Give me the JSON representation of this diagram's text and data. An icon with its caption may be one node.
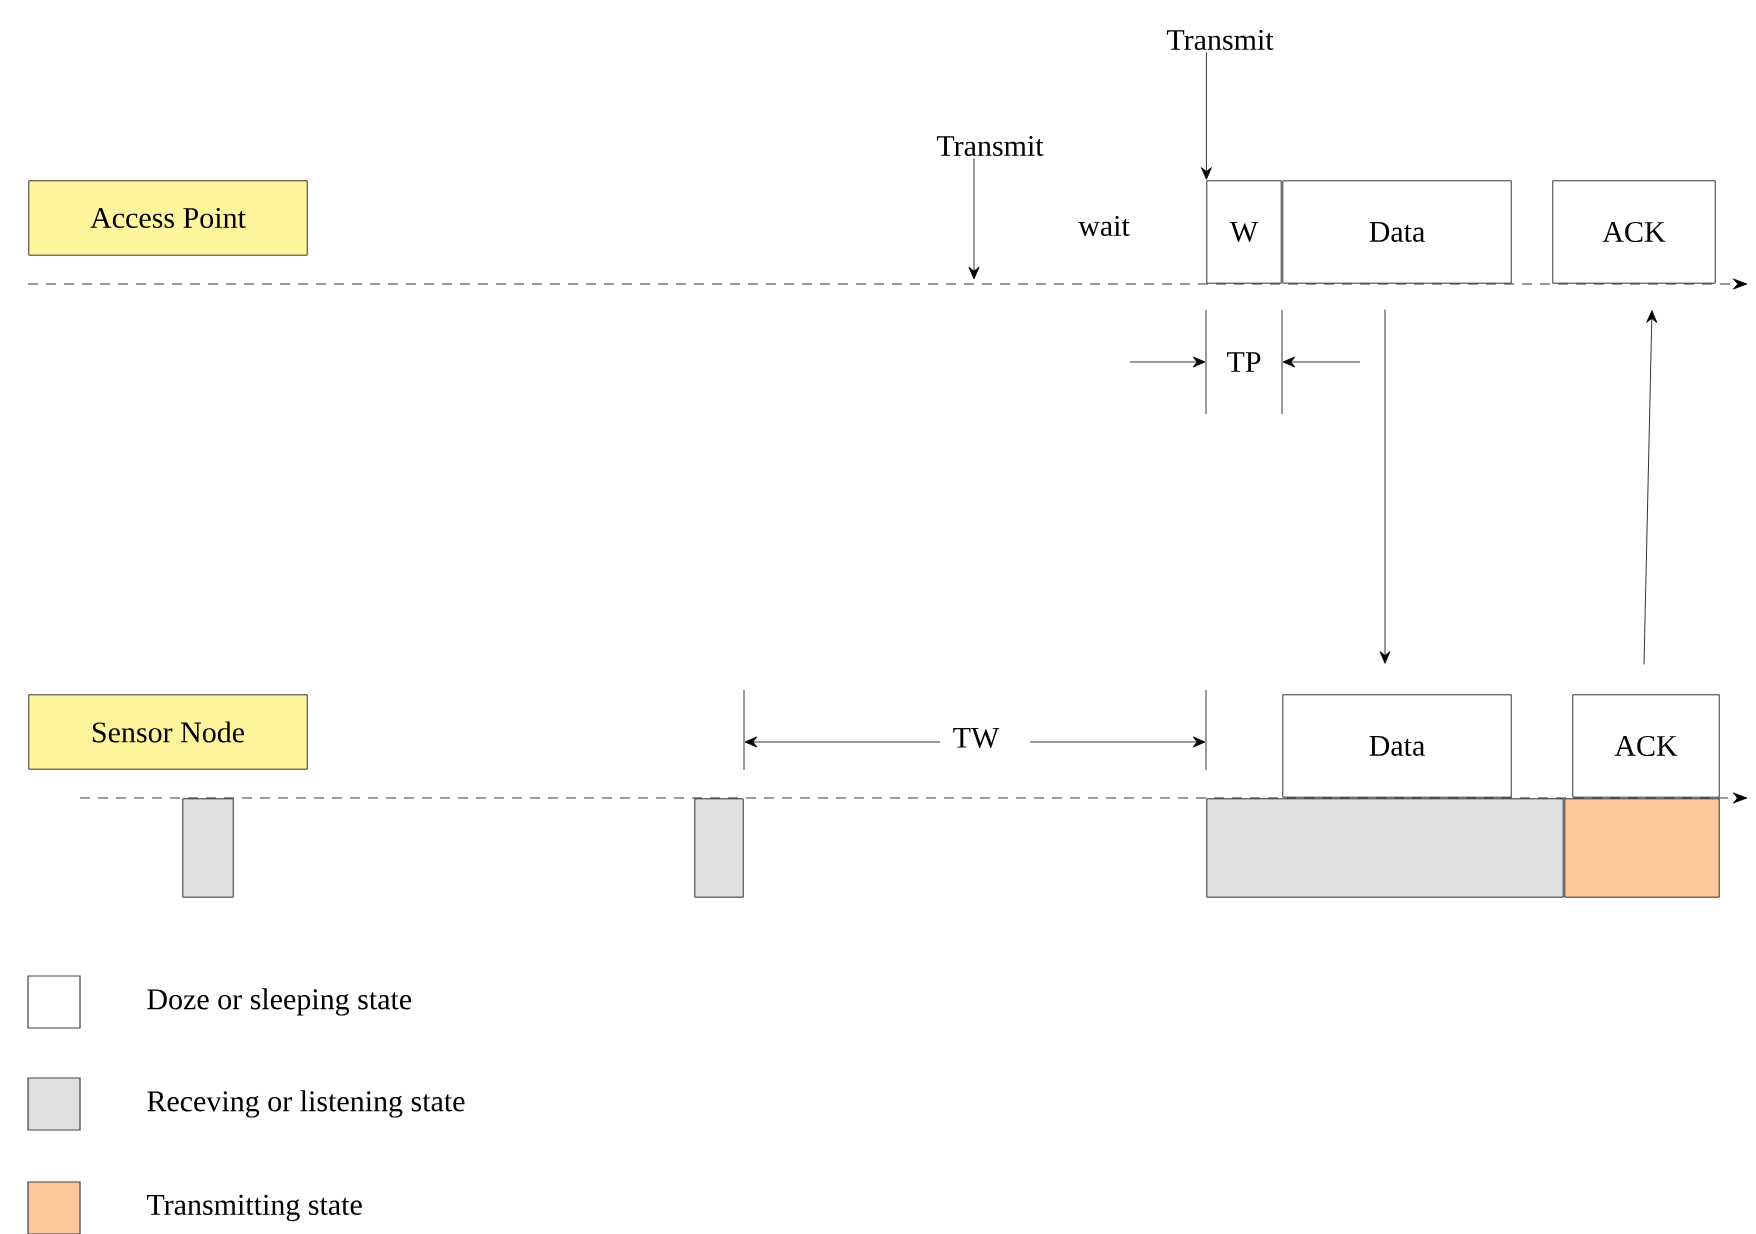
{
  "diagram": {
    "nodes": [
      {
        "text": [
          "Access Point"
        ]
      },
      {
        "text": [
          "Sensor Node"
        ]
      },
      {
        "text": [
          "W"
        ]
      },
      {
        "text": [
          "Data"
        ]
      },
      {
        "text": [
          "ACK"
        ]
      },
      {
        "text": [
          "Data"
        ]
      },
      {
        "text": [
          "ACK"
        ]
      },
      {
        "text": [],
        "shape": "bar"
      },
      {
        "text": [],
        "shape": "bar"
      },
      {
        "text": [],
        "shape": "bar"
      },
      {
        "text": [],
        "shape": "bar"
      },
      {
        "text": [
          "Transmit"
        ]
      },
      {
        "text": [
          "Transmit"
        ]
      }
    ],
    "edges": [
      {
        "from": 3,
        "to": 5,
        "arrow": "to"
      },
      {
        "from": 6,
        "to": 4,
        "arrow": "to"
      },
      {
        "from": 11,
        "to": 2,
        "arrow": "to"
      },
      {
        "from": 12,
        "to": null,
        "arrow": "to"
      }
    ],
    "labels": [
      "wait",
      "TP",
      "TW"
    ],
    "legend": [
      {
        "text": "Doze or sleeping state"
      },
      {
        "text": "Receving or listening state",
        "color": "#e0e0e0"
      },
      {
        "text": "Transmitting state",
        "color": "#ffc89a"
      }
    ]
  }
}
